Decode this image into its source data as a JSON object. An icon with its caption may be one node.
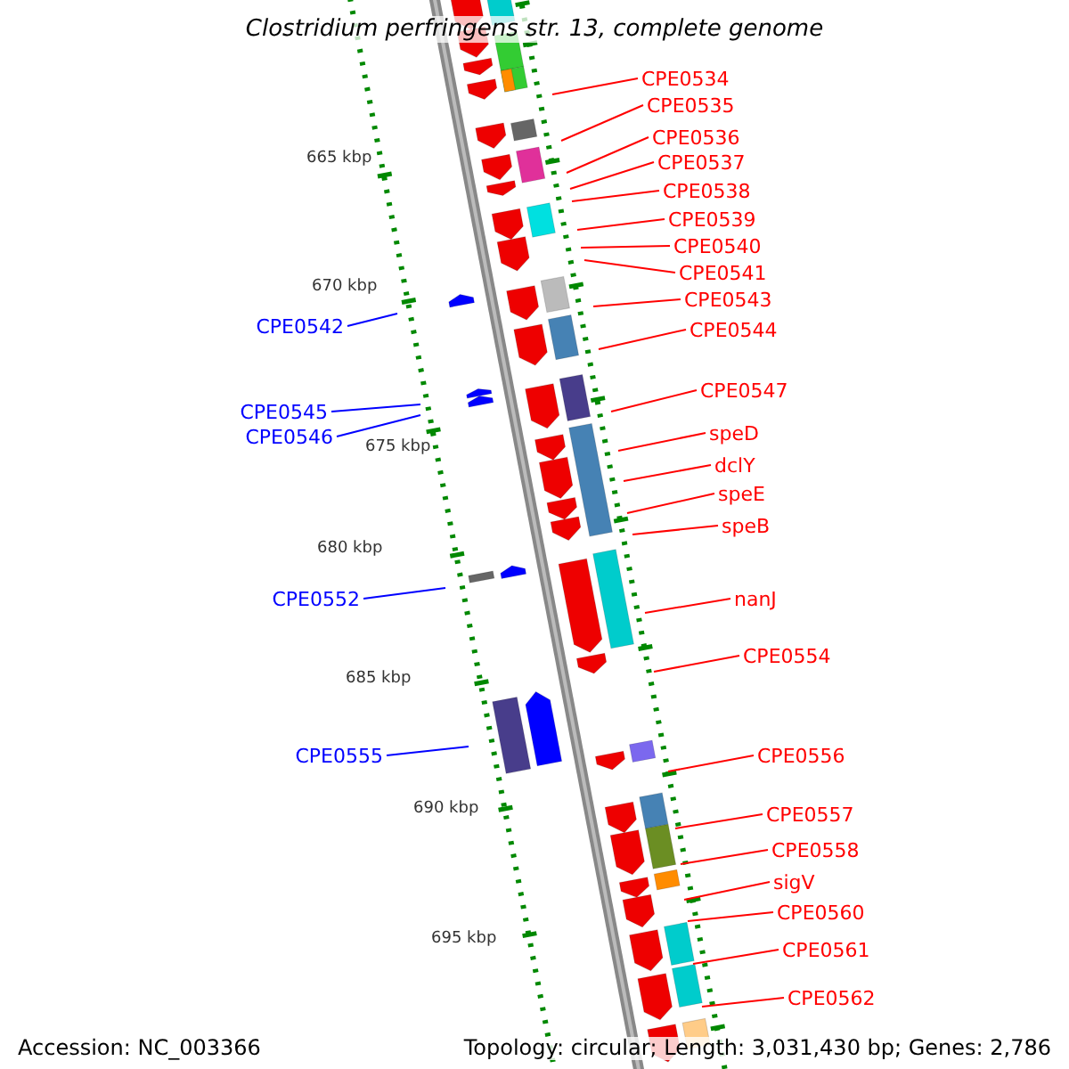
{
  "diagram": {
    "title": "Clostridium perfringens str. 13, complete genome",
    "nodes": [
      {
        "text": [
          "CPE0534"
        ]
      },
      {
        "text": [
          "CPE0535"
        ]
      },
      {
        "text": [
          "CPE0536"
        ]
      },
      {
        "text": [
          "CPE0537"
        ]
      },
      {
        "text": [
          "CPE0538"
        ]
      },
      {
        "text": [
          "CPE0539"
        ]
      },
      {
        "text": [
          "CPE0540"
        ]
      },
      {
        "text": [
          "CPE0541"
        ]
      },
      {
        "text": [
          "CPE0542"
        ]
      },
      {
        "text": [
          "CPE0543"
        ]
      },
      {
        "text": [
          "CPE0544"
        ]
      },
      {
        "text": [
          "CPE0545"
        ]
      },
      {
        "text": [
          "CPE0546"
        ]
      },
      {
        "text": [
          "CPE0547"
        ]
      },
      {
        "text": [
          "speD"
        ]
      },
      {
        "text": [
          "dclY"
        ]
      },
      {
        "text": [
          "speE"
        ]
      },
      {
        "text": [
          "speB"
        ]
      },
      {
        "text": [
          "CPE0552"
        ]
      },
      {
        "text": [
          "nanJ"
        ]
      },
      {
        "text": [
          "CPE0554"
        ]
      },
      {
        "text": [
          "CPE0555"
        ]
      },
      {
        "text": [
          "CPE0556"
        ]
      },
      {
        "text": [
          "CPE0557"
        ]
      },
      {
        "text": [
          "CPE0558"
        ]
      },
      {
        "text": [
          "sigV"
        ]
      },
      {
        "text": [
          "CPE0560"
        ]
      },
      {
        "text": [
          "CPE0561"
        ]
      },
      {
        "text": [
          "CPE0562"
        ]
      }
    ],
    "edges": [
      {
        "from": 0,
        "to": null,
        "arrow": "none"
      },
      {
        "from": 1,
        "to": null,
        "arrow": "none"
      },
      {
        "from": 2,
        "to": null,
        "arrow": "none"
      },
      {
        "from": 3,
        "to": null,
        "arrow": "none"
      },
      {
        "from": 4,
        "to": null,
        "arrow": "none"
      },
      {
        "from": 5,
        "to": null,
        "arrow": "none"
      },
      {
        "from": 6,
        "to": null,
        "arrow": "none"
      },
      {
        "from": 7,
        "to": null,
        "arrow": "none"
      },
      {
        "from": 8,
        "to": null,
        "arrow": "none",
        "color": "#0000ff"
      },
      {
        "from": 9,
        "to": null,
        "arrow": "none"
      },
      {
        "from": 10,
        "to": null,
        "arrow": "none"
      },
      {
        "from": 11,
        "to": null,
        "arrow": "none",
        "color": "#0000ff"
      },
      {
        "from": 12,
        "to": null,
        "arrow": "none",
        "color": "#0000ff"
      },
      {
        "from": 13,
        "to": null,
        "arrow": "none"
      },
      {
        "from": 14,
        "to": null,
        "arrow": "none"
      },
      {
        "from": 15,
        "to": null,
        "arrow": "none"
      },
      {
        "from": 16,
        "to": null,
        "arrow": "none"
      },
      {
        "from": 17,
        "to": null,
        "arrow": "none"
      },
      {
        "from": 18,
        "to": null,
        "arrow": "none",
        "color": "#0000ff"
      },
      {
        "from": 19,
        "to": null,
        "arrow": "none"
      },
      {
        "from": 20,
        "to": null,
        "arrow": "none"
      },
      {
        "from": 21,
        "to": null,
        "arrow": "none",
        "color": "#0000ff"
      },
      {
        "from": 22,
        "to": null,
        "arrow": "none"
      },
      {
        "from": 23,
        "to": null,
        "arrow": "none"
      },
      {
        "from": 24,
        "to": null,
        "arrow": "none"
      },
      {
        "from": 25,
        "to": null,
        "arrow": "none"
      },
      {
        "from": 26,
        "to": null,
        "arrow": "none"
      },
      {
        "from": 27,
        "to": null,
        "arrow": "none"
      },
      {
        "from": 28,
        "to": null,
        "arrow": "none"
      }
    ],
    "labels": [
      "665 kbp",
      "670 kbp",
      "675 kbp",
      "680 kbp",
      "685 kbp",
      "690 kbp",
      "695 kbp",
      "Accession: NC_003366",
      "Topology: circular; Length: 3,031,430 bp; Genes: 2,786"
    ]
  }
}
